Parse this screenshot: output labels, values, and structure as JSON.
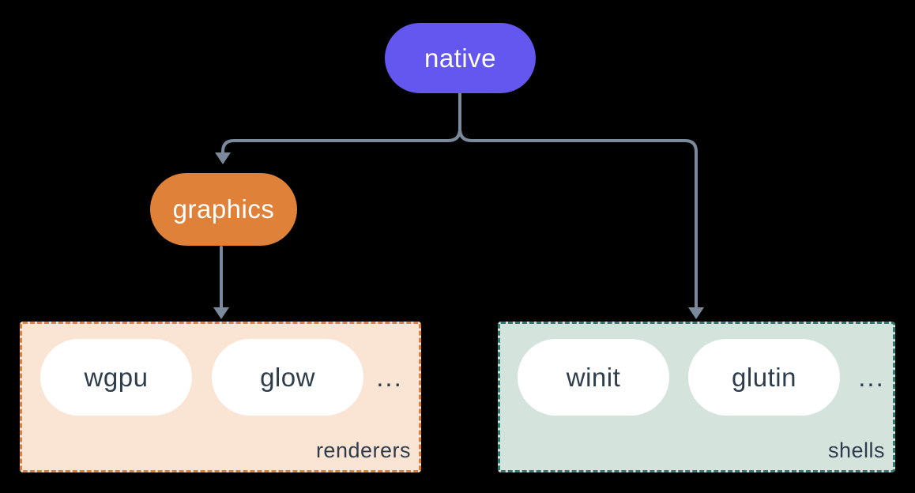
{
  "nodes": {
    "native": {
      "label": "native",
      "bg": "#6457ef",
      "text_color": "#ffffff"
    },
    "graphics": {
      "label": "graphics",
      "bg": "#e0813a",
      "text_color": "#ffffff"
    }
  },
  "groups": {
    "renderers": {
      "label": "renderers",
      "bg": "#fae4d4",
      "border_color": "#e0813a",
      "items": [
        {
          "label": "wgpu"
        },
        {
          "label": "glow"
        }
      ],
      "ellipsis": "..."
    },
    "shells": {
      "label": "shells",
      "bg": "#d5e3dd",
      "border_color": "#2e7d72",
      "items": [
        {
          "label": "winit"
        },
        {
          "label": "glutin"
        }
      ],
      "ellipsis": "..."
    }
  },
  "item_pill": {
    "bg": "#ffffff",
    "text_color": "#2e3d4c"
  },
  "connectors": {
    "color": "#7a8a9c"
  },
  "canvas": {
    "bg": "#000000"
  }
}
